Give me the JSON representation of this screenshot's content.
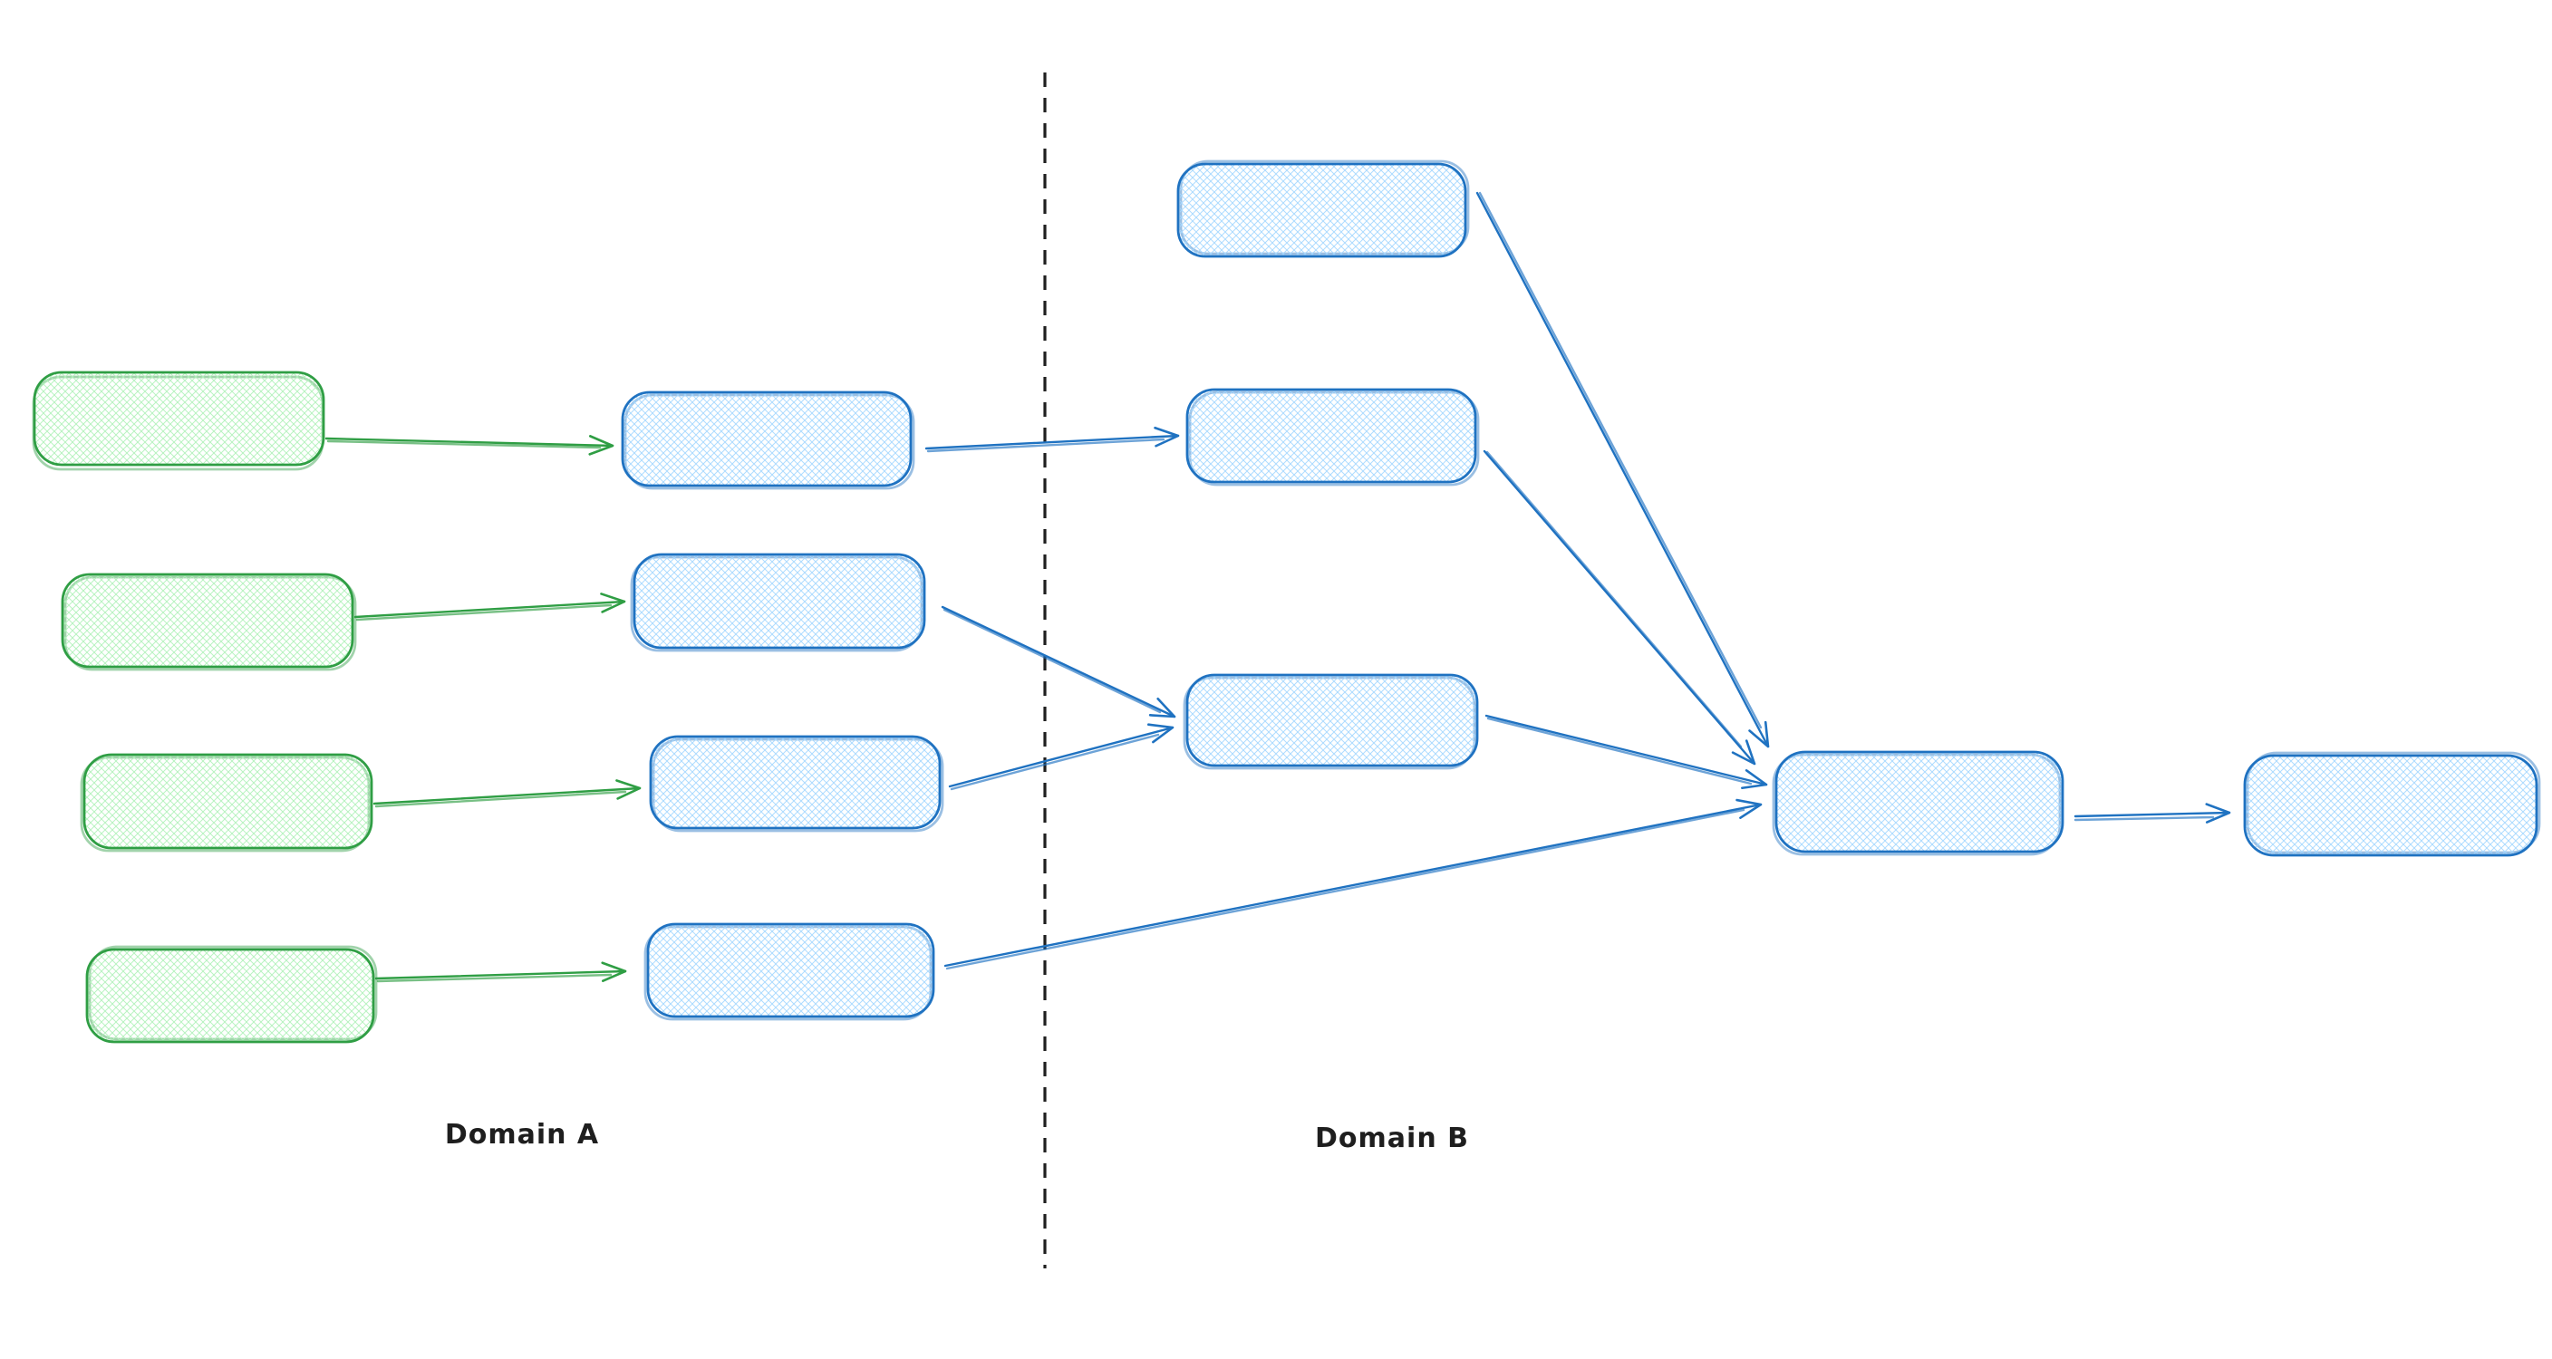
{
  "app": {
    "name": "whiteboard-diagram-canvas"
  },
  "labels": {
    "domain_a": "Domain A",
    "domain_b": "Domain B"
  },
  "colors": {
    "green-stroke": "#2f9e44",
    "green-fill": "#b2f2bb",
    "blue-stroke": "#1f72c1",
    "blue-fill": "#a5d8ff",
    "divider": "#1e1e1e",
    "text": "#1e1e1e",
    "background": "#ffffff"
  },
  "divider": {
    "type": "dashed-vertical-line",
    "separates": [
      "Domain A",
      "Domain B"
    ]
  },
  "nodes": [
    {
      "id": "a-src-1",
      "domain": "Domain A",
      "color": "green",
      "shape": "rounded-rectangle",
      "fill_style": "cross-hatch",
      "text": ""
    },
    {
      "id": "a-src-2",
      "domain": "Domain A",
      "color": "green",
      "shape": "rounded-rectangle",
      "fill_style": "cross-hatch",
      "text": ""
    },
    {
      "id": "a-src-3",
      "domain": "Domain A",
      "color": "green",
      "shape": "rounded-rectangle",
      "fill_style": "cross-hatch",
      "text": ""
    },
    {
      "id": "a-src-4",
      "domain": "Domain A",
      "color": "green",
      "shape": "rounded-rectangle",
      "fill_style": "cross-hatch",
      "text": ""
    },
    {
      "id": "a-out-1",
      "domain": "Domain A",
      "color": "blue",
      "shape": "rounded-rectangle",
      "fill_style": "cross-hatch",
      "text": ""
    },
    {
      "id": "a-out-2",
      "domain": "Domain A",
      "color": "blue",
      "shape": "rounded-rectangle",
      "fill_style": "cross-hatch",
      "text": ""
    },
    {
      "id": "a-out-3",
      "domain": "Domain A",
      "color": "blue",
      "shape": "rounded-rectangle",
      "fill_style": "cross-hatch",
      "text": ""
    },
    {
      "id": "a-out-4",
      "domain": "Domain A",
      "color": "blue",
      "shape": "rounded-rectangle",
      "fill_style": "cross-hatch",
      "text": ""
    },
    {
      "id": "b-in-1",
      "domain": "Domain B",
      "color": "blue",
      "shape": "rounded-rectangle",
      "fill_style": "cross-hatch",
      "text": ""
    },
    {
      "id": "b-in-2",
      "domain": "Domain B",
      "color": "blue",
      "shape": "rounded-rectangle",
      "fill_style": "cross-hatch",
      "text": ""
    },
    {
      "id": "b-in-3",
      "domain": "Domain B",
      "color": "blue",
      "shape": "rounded-rectangle",
      "fill_style": "cross-hatch",
      "text": ""
    },
    {
      "id": "b-hub",
      "domain": "Domain B",
      "color": "blue",
      "shape": "rounded-rectangle",
      "fill_style": "cross-hatch",
      "text": ""
    },
    {
      "id": "b-final",
      "domain": "Domain B",
      "color": "blue",
      "shape": "rounded-rectangle",
      "fill_style": "cross-hatch",
      "text": ""
    }
  ],
  "edges": [
    {
      "from": "a-src-1",
      "to": "a-out-1",
      "color": "green"
    },
    {
      "from": "a-src-2",
      "to": "a-out-2",
      "color": "green"
    },
    {
      "from": "a-src-3",
      "to": "a-out-3",
      "color": "green"
    },
    {
      "from": "a-src-4",
      "to": "a-out-4",
      "color": "green"
    },
    {
      "from": "a-out-1",
      "to": "b-in-2",
      "color": "blue"
    },
    {
      "from": "a-out-2",
      "to": "b-in-3",
      "color": "blue"
    },
    {
      "from": "a-out-3",
      "to": "b-in-3",
      "color": "blue"
    },
    {
      "from": "a-out-4",
      "to": "b-hub",
      "color": "blue"
    },
    {
      "from": "b-in-1",
      "to": "b-hub",
      "color": "blue"
    },
    {
      "from": "b-in-2",
      "to": "b-hub",
      "color": "blue"
    },
    {
      "from": "b-in-3",
      "to": "b-hub",
      "color": "blue"
    },
    {
      "from": "b-hub",
      "to": "b-final",
      "color": "blue"
    }
  ]
}
